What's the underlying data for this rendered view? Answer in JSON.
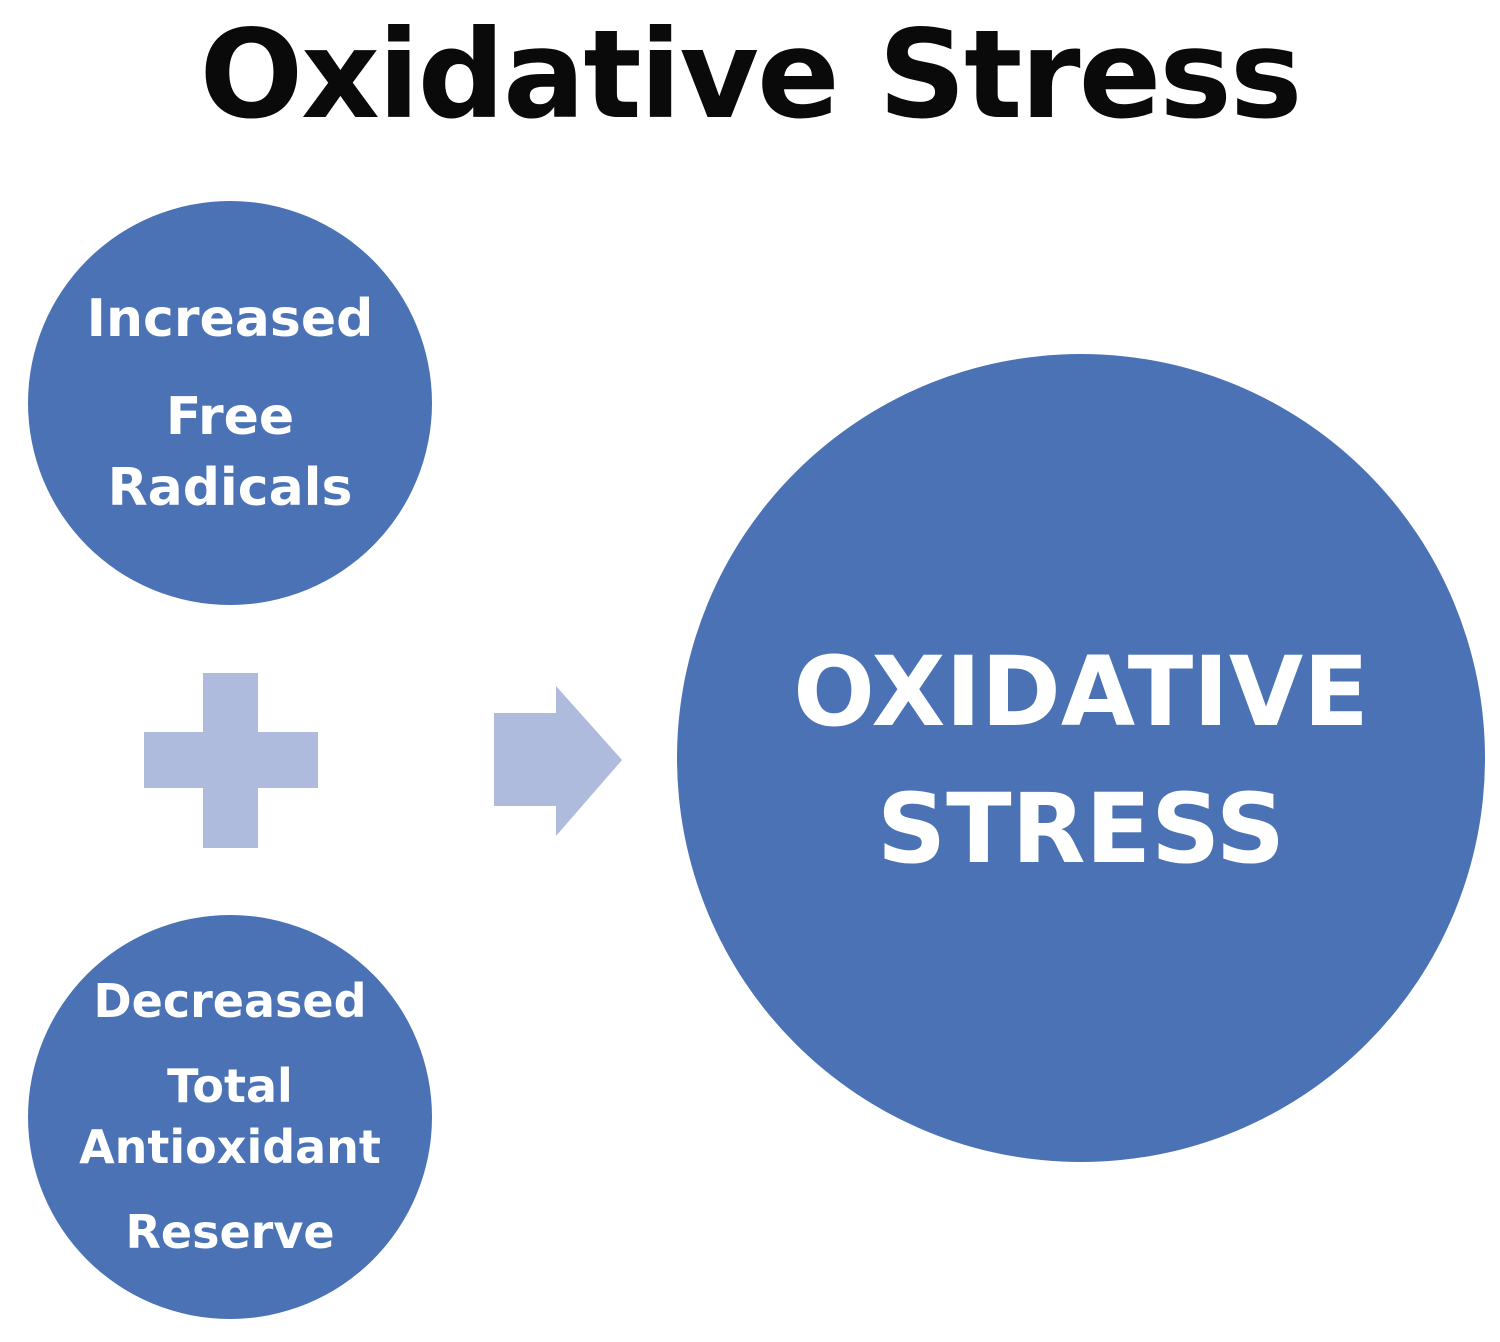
{
  "title": "Oxidative Stress",
  "colors": {
    "circle": "#4a72b5",
    "connector": "#aebbdc",
    "text": "#ffffff",
    "title": "#0a0a0a"
  },
  "nodes": {
    "free_radicals": {
      "lines": [
        "Increased",
        "Free",
        "Radicals"
      ]
    },
    "antioxidant": {
      "lines": [
        "Decreased",
        "Total",
        "Antioxidant",
        "Reserve"
      ]
    },
    "result": {
      "lines": [
        "OXIDATIVE",
        "STRESS"
      ]
    }
  },
  "connectors": {
    "combine": "plus-icon",
    "leads_to": "arrow-right-icon"
  }
}
